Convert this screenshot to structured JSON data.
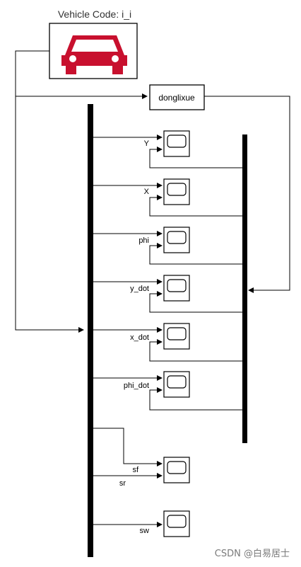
{
  "vehicle_block": {
    "title": "Vehicle Code: i_i",
    "icon": "car-icon",
    "icon_color": "#c8102e"
  },
  "dynamics_block": {
    "label": "donglixue"
  },
  "signals": [
    {
      "label": "Y"
    },
    {
      "label": "X"
    },
    {
      "label": "phi"
    },
    {
      "label": "y_dot"
    },
    {
      "label": "x_dot"
    },
    {
      "label": "phi_dot"
    }
  ],
  "bottom_signals": {
    "sf": "sf",
    "sr": "sr",
    "sw": "sw"
  },
  "watermark": "CSDN @白易居士"
}
